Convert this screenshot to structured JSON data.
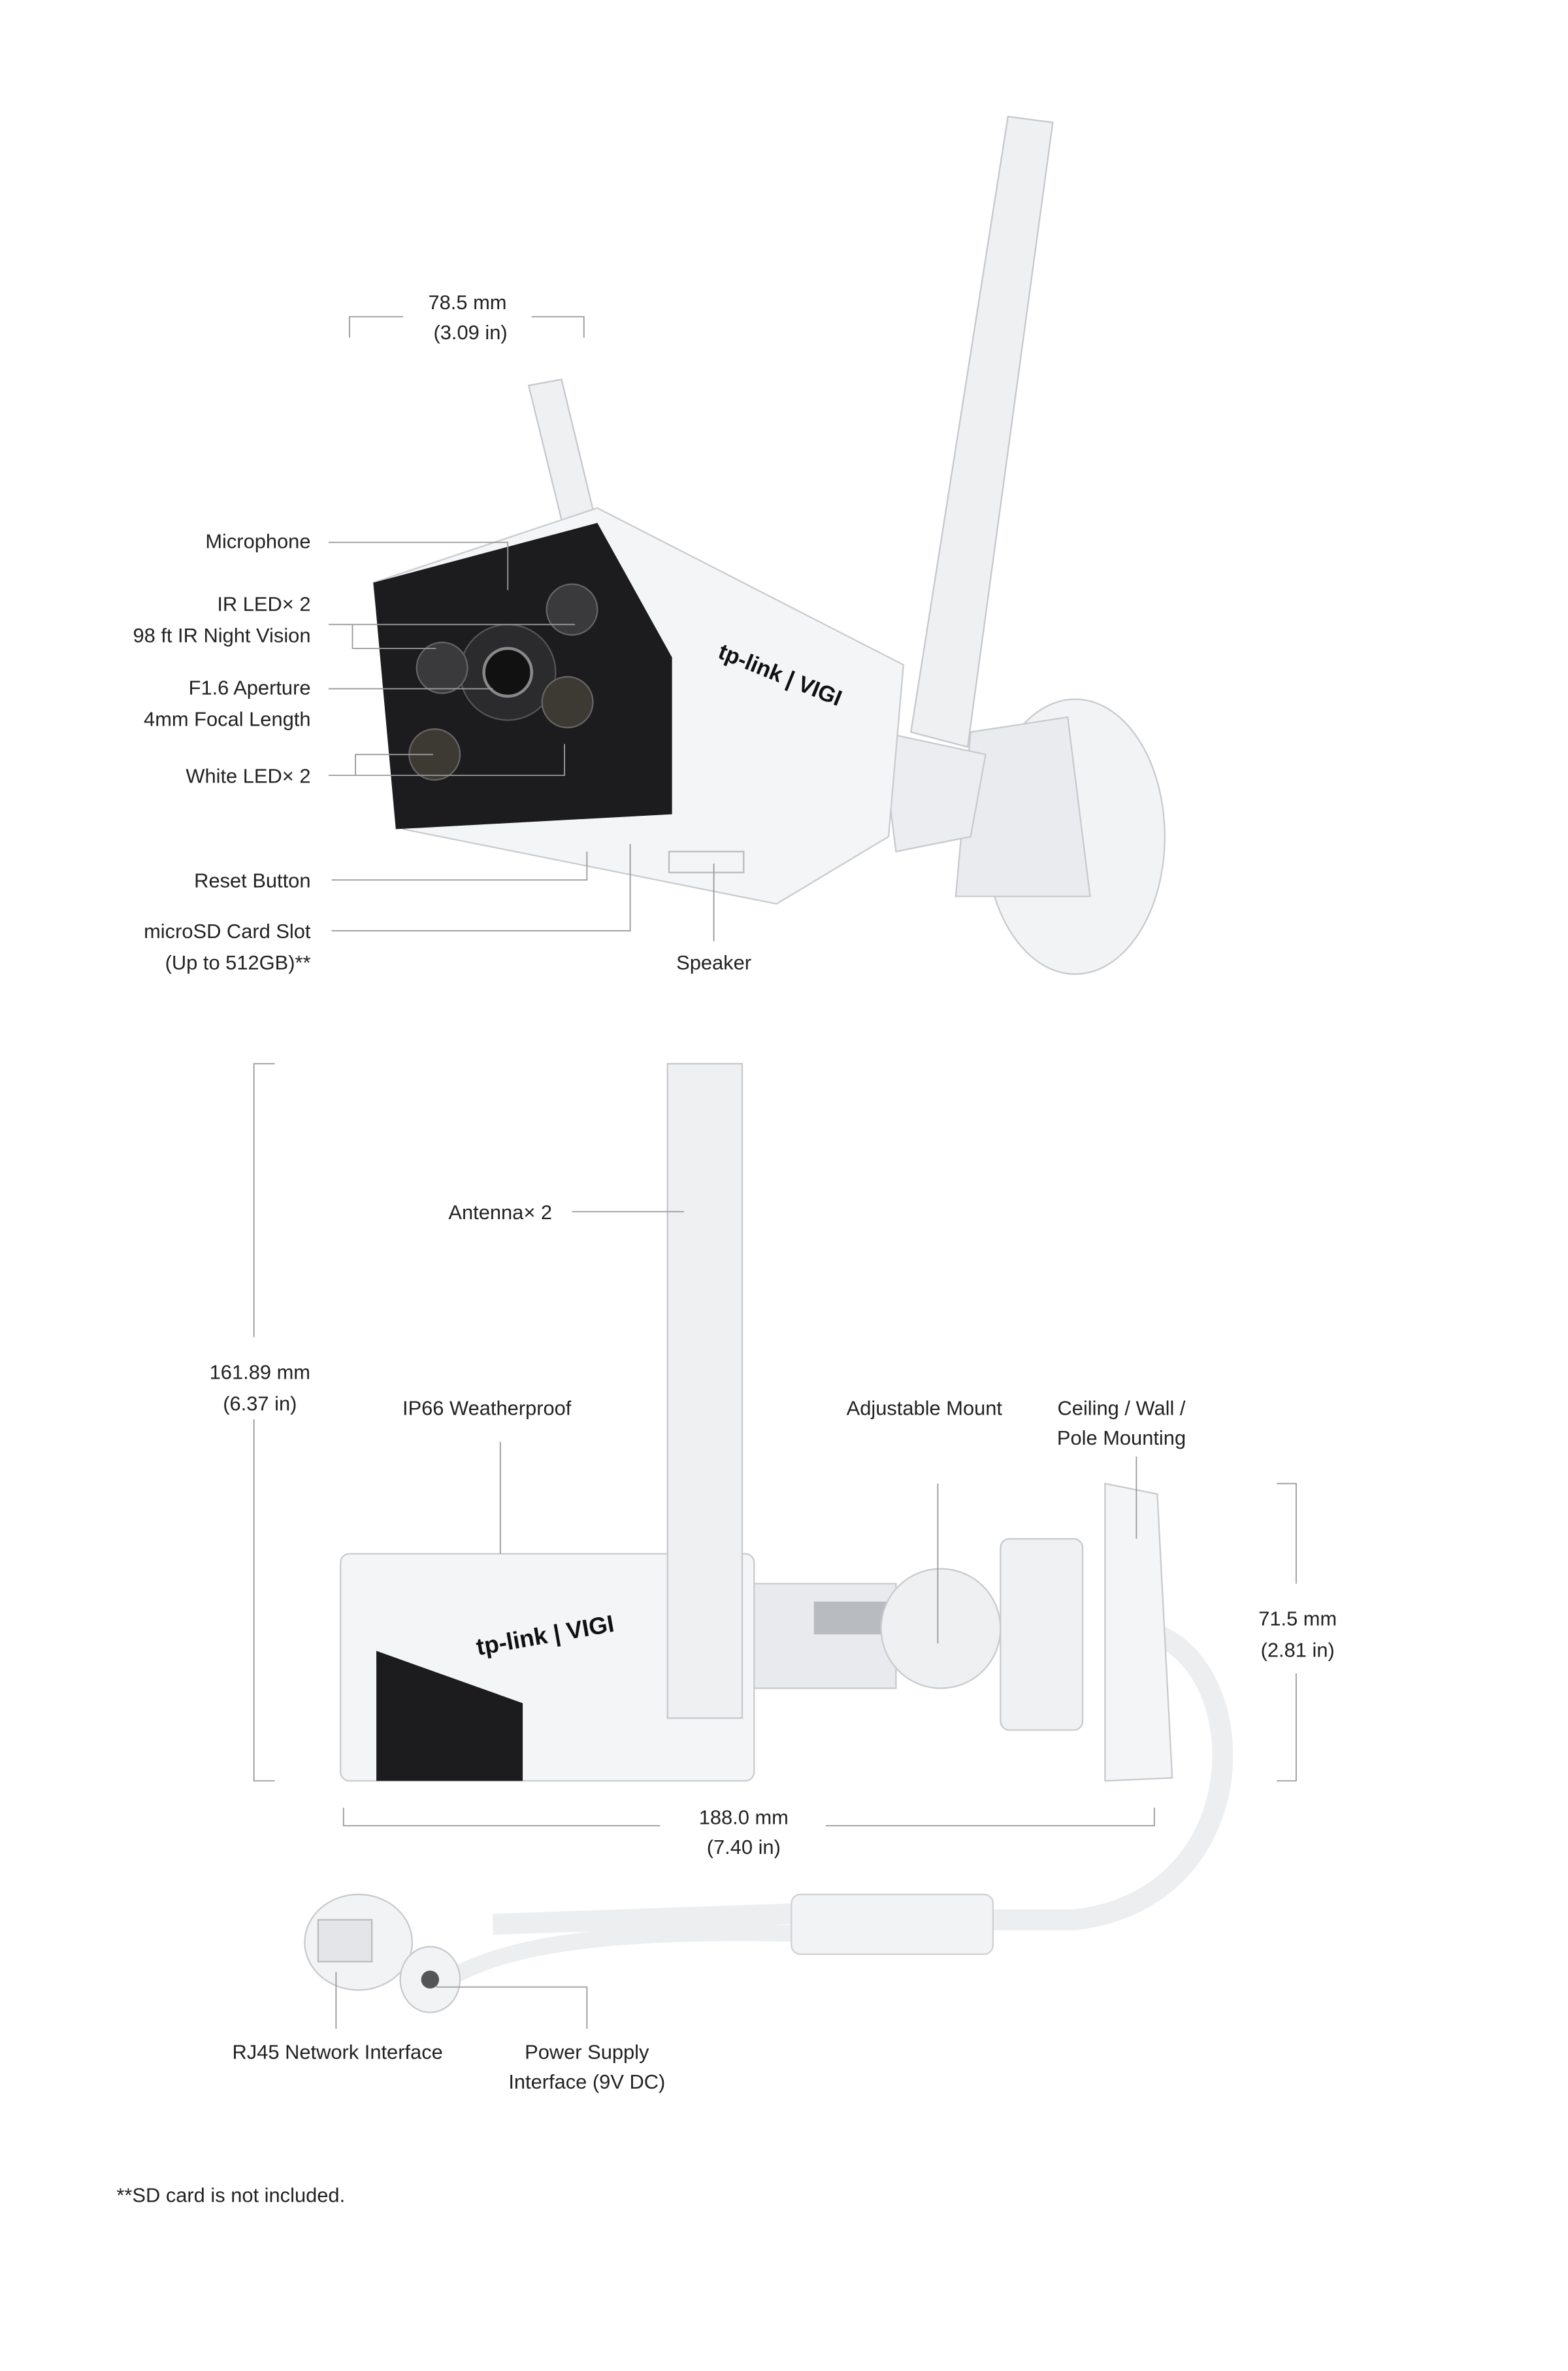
{
  "top_view": {
    "width_mm": "78.5 mm",
    "width_in": "(3.09 in)",
    "callouts": {
      "microphone": "Microphone",
      "ir_led_1": "IR LED× 2",
      "ir_led_2": "98 ft IR Night Vision",
      "lens_1": "F1.6 Aperture",
      "lens_2": "4mm Focal Length",
      "white_led": "White LED× 2",
      "reset": "Reset Button",
      "sd_1": "microSD Card Slot",
      "sd_2": "(Up to 512GB)**",
      "speaker": "Speaker"
    },
    "brand": "tp-link | VIGI"
  },
  "side_view": {
    "height_mm": "161.89 mm",
    "height_in": "(6.37 in)",
    "antenna": "Antenna× 2",
    "weatherproof": "IP66 Weatherproof",
    "mount": "Adjustable Mount",
    "mounting_1": "Ceiling / Wall /",
    "mounting_2": "Pole Mounting",
    "mount_height_mm": "71.5 mm",
    "mount_height_in": "(2.81 in)",
    "length_mm": "188.0 mm",
    "length_in": "(7.40 in)",
    "rj45": "RJ45 Network Interface",
    "power_1": "Power Supply",
    "power_2": "Interface (9V DC)",
    "brand": "tp-link | VIGI"
  },
  "footnote": "**SD card is not included."
}
